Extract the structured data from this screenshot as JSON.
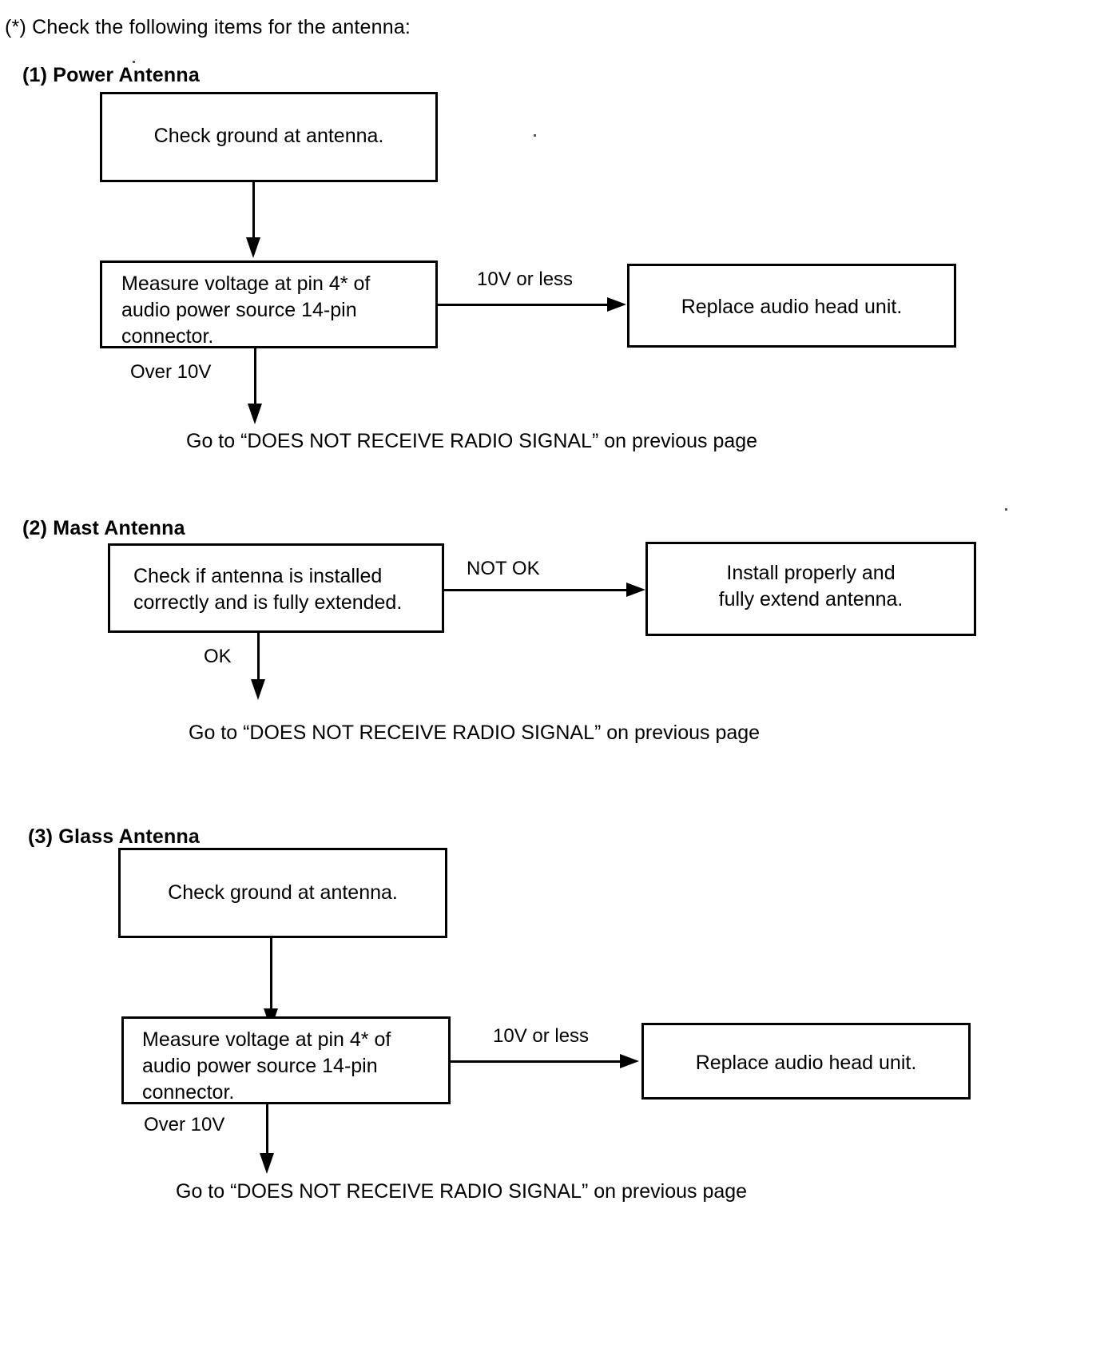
{
  "document": {
    "intro_note": "(*) Check the following items for the antenna:"
  },
  "sections": [
    {
      "heading": "(1) Power Antenna",
      "nodes": {
        "start": "Check ground at antenna.",
        "measure": "Measure voltage at pin 4* of\naudio power source 14-pin\nconnector.",
        "replace": "Replace audio head unit."
      },
      "labels": {
        "fail": "10V or less",
        "pass": "Over 10V"
      },
      "terminal": "Go to “DOES NOT RECEIVE RADIO SIGNAL” on previous page"
    },
    {
      "heading": "(2) Mast Antenna",
      "nodes": {
        "start": "Check if antenna is installed\ncorrectly and is fully extended.",
        "fix": "Install properly and\nfully extend antenna."
      },
      "labels": {
        "fail": "NOT OK",
        "pass": "OK"
      },
      "terminal": "Go to “DOES NOT RECEIVE RADIO SIGNAL” on previous page"
    },
    {
      "heading": "(3) Glass Antenna",
      "nodes": {
        "start": "Check ground at antenna.",
        "measure": "Measure voltage at pin 4* of\naudio power source 14-pin\nconnector.",
        "replace": "Replace audio head unit."
      },
      "labels": {
        "fail": "10V or less",
        "pass": "Over 10V"
      },
      "terminal": "Go to “DOES NOT RECEIVE RADIO SIGNAL” on previous page"
    }
  ],
  "colors": {
    "ink": "#000000",
    "paper": "#ffffff"
  }
}
